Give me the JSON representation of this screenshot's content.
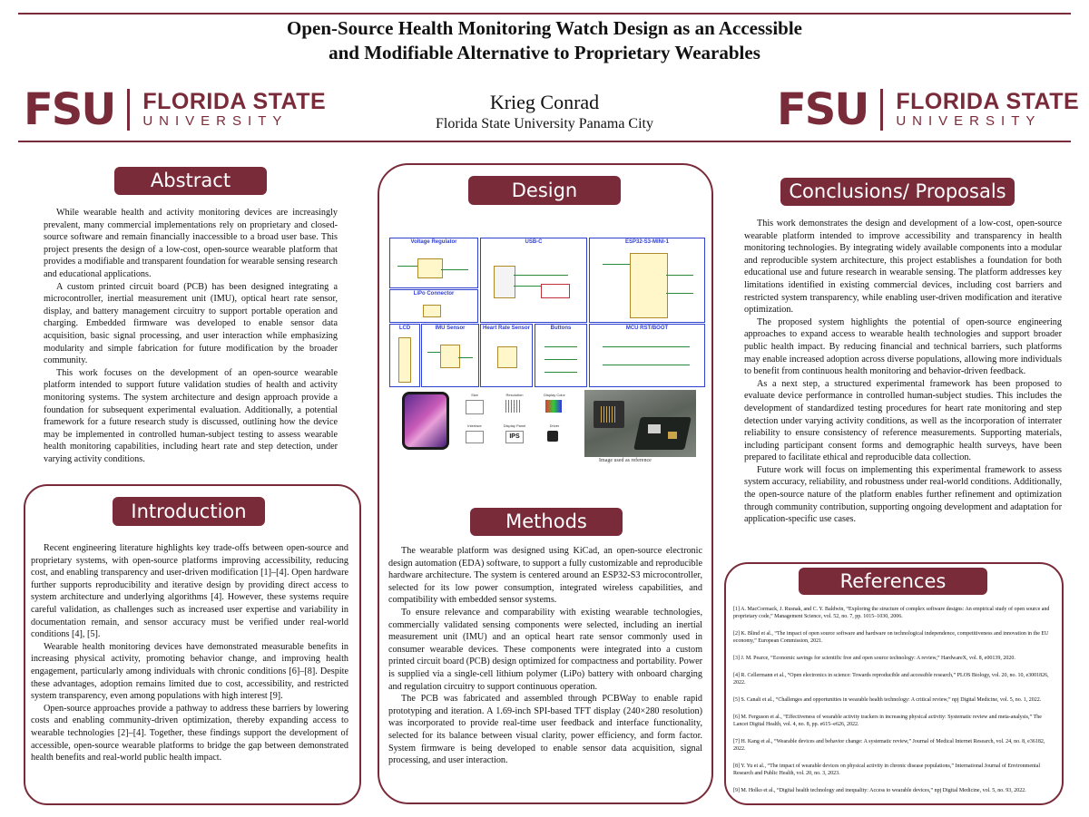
{
  "poster": {
    "title": "Open-Source Health Monitoring Watch Design as an Accessible and Modifiable Alternative to Proprietary Wearables",
    "author": "Krieg Conrad",
    "affiliation": "Florida State University Panama City"
  },
  "logo": {
    "mark": "FSU",
    "line1": "FLORIDA STATE",
    "line2": "UNIVERSITY"
  },
  "abstract": {
    "heading": "Abstract",
    "paragraphs": [
      "While wearable health and activity monitoring devices are increasingly prevalent, many commercial implementations rely on proprietary and closed-source software and remain financially inaccessible to a broad user base. This project presents the design of a low-cost, open-source wearable platform that provides a modifiable and transparent foundation for wearable sensing research and educational applications.",
      "A custom printed circuit board (PCB) has been designed integrating a microcontroller, inertial measurement unit (IMU), optical heart rate sensor, display, and battery management circuitry to support portable operation and charging. Embedded firmware was developed to enable sensor data acquisition, basic signal processing, and user interaction while emphasizing modularity and simple fabrication for future modification by the broader community.",
      "This work focuses on the development of an open-source wearable platform intended to support future validation studies of health and activity monitoring systems. The system architecture and design approach provide a foundation for subsequent experimental evaluation. Additionally, a potential framework for a future research study is discussed, outlining how the device may be implemented in controlled human-subject testing to assess wearable health monitoring capabilities, including heart rate and step detection, under varying activity conditions."
    ]
  },
  "introduction": {
    "heading": "Introduction",
    "paragraphs": [
      "Recent engineering literature highlights key trade-offs between open-source and proprietary systems, with open-source platforms improving accessibility, reducing cost, and enabling transparency and user-driven modification [1]–[4]. Open hardware further supports reproducibility and iterative design by providing direct access to system architecture and underlying algorithms [4]. However, these systems require careful validation, as challenges such as increased user expertise and variability in documentation remain, and sensor accuracy must be verified under real-world conditions [4], [5].",
      "Wearable health monitoring devices have demonstrated measurable benefits in increasing physical activity, promoting behavior change, and improving health engagement, particularly among individuals with chronic conditions [6]–[8]. Despite these advantages, adoption remains limited due to cost, accessibility, and restricted system transparency, even among populations with high interest [9].",
      "Open-source approaches provide a pathway to address these barriers by lowering costs and enabling community-driven optimization, thereby expanding access to wearable technologies [2]–[4]. Together, these findings support the development of accessible, open-source wearable platforms to bridge the gap between demonstrated health benefits and real-world public health impact."
    ]
  },
  "design": {
    "heading": "Design",
    "schematic_labels": [
      "Voltage Regulator",
      "USB-C",
      "ESP32-S3-MINI-1",
      "LiPo Connector",
      "LCD",
      "IMU Sensor",
      "Heart Rate Sensor",
      "Buttons",
      "MCU RST/BOOT"
    ],
    "display_specs": [
      "Size",
      "Resolution",
      "Display Color",
      "Interface",
      "Display Panel",
      "Driver"
    ],
    "display_panel_value": "IPS",
    "caption": "Image used as reference"
  },
  "methods": {
    "heading": "Methods",
    "paragraphs": [
      "The wearable platform was designed using KiCad, an open-source electronic design automation (EDA) software, to support a fully customizable and reproducible hardware architecture. The system is centered around an ESP32-S3 microcontroller, selected for its low power consumption, integrated wireless capabilities, and compatibility with embedded sensor systems.",
      "To ensure relevance and comparability with existing wearable technologies, commercially validated sensing components were selected, including an inertial measurement unit (IMU) and an optical heart rate sensor commonly used in consumer wearable devices. These components were integrated into a custom printed circuit board (PCB) design optimized for compactness and portability. Power is supplied via a single-cell lithium polymer (LiPo) battery with onboard charging and regulation circuitry to support continuous operation.",
      "The PCB was fabricated and assembled through PCBWay to enable rapid prototyping and iteration. A 1.69-inch SPI-based TFT display (240×280 resolution) was incorporated to provide real-time user feedback and interface functionality, selected for its balance between visual clarity, power efficiency, and form factor. System firmware is being developed to enable sensor data acquisition, signal processing, and user interaction."
    ]
  },
  "conclusions": {
    "heading": "Conclusions/ Proposals",
    "paragraphs": [
      "This work demonstrates the design and development of a low-cost, open-source wearable platform intended to improve accessibility and transparency in health monitoring technologies. By integrating widely available components into a modular and reproducible system architecture, this project establishes a foundation for both educational use and future research in wearable sensing. The platform addresses key limitations identified in existing commercial devices, including cost barriers and restricted system transparency, while enabling user-driven modification and iterative optimization.",
      "The proposed system highlights the potential of open-source engineering approaches to expand access to wearable health technologies and support broader public health impact. By reducing financial and technical barriers, such platforms may enable increased adoption across diverse populations, allowing more individuals to benefit from continuous health monitoring and behavior-driven feedback.",
      "As a next step, a structured experimental framework has been proposed to evaluate device performance in controlled human-subject studies. This includes the development of standardized testing procedures for heart rate monitoring and step detection under varying activity conditions, as well as the incorporation of interrater reliability to ensure consistency of reference measurements. Supporting materials, including participant consent forms and demographic health surveys, have been prepared to facilitate ethical and reproducible data collection.",
      "Future work will focus on implementing this experimental framework to assess system accuracy, reliability, and robustness under real-world conditions. Additionally, the open-source nature of the platform enables further refinement and optimization through community contribution, supporting ongoing development and adaptation for application-specific use cases."
    ]
  },
  "references": {
    "heading": "References",
    "items": [
      "[1] A. MacCormack, J. Rusnak, and C. Y. Baldwin, “Exploring the structure of complex software designs: An empirical study of open source and proprietary code,” Management Science, vol. 52, no. 7, pp. 1015–1030, 2006.",
      "[2] K. Blind et al., “The impact of open source software and hardware on technological independence, competitiveness and innovation in the EU economy,” European Commission, 2021.",
      "[3] J. M. Pearce, “Economic savings for scientific free and open source technology: A review,” HardwareX, vol. 8, e00139, 2020.",
      "[4] R. Cellermann et al., “Open electronics in science: Towards reproducible and accessible research,” PLOS Biology, vol. 20, no. 10, e3001826, 2022.",
      "[5] S. Canali et al., “Challenges and opportunities in wearable health technology: A critical review,” npj Digital Medicine, vol. 5, no. 1, 2022.",
      "[6] M. Ferguson et al., “Effectiveness of wearable activity trackers in increasing physical activity: Systematic review and meta-analysis,” The Lancet Digital Health, vol. 4, no. 8, pp. e615–e626, 2022.",
      "[7] H. Kang et al., “Wearable devices and behavior change: A systematic review,” Journal of Medical Internet Research, vol. 24, no. 8, e36182, 2022.",
      "[8] Y. Yu et al., “The impact of wearable devices on physical activity in chronic disease populations,” International Journal of Environmental Research and Public Health, vol. 20, no. 3, 2023.",
      "[9] M. Holko et al., “Digital health technology and inequality: Access to wearable devices,” npj Digital Medicine, vol. 5, no. 93, 2022."
    ]
  },
  "colors": {
    "accent": "#7a2b3a",
    "schematic_border": "#2f3fd0"
  }
}
